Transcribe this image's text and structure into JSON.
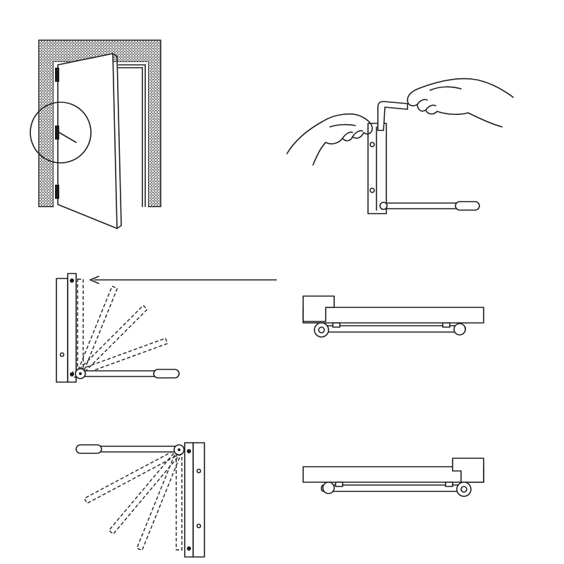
{
  "figure": {
    "panels": [
      {
        "id": "door-with-detail-circle",
        "icon": "door-icon"
      },
      {
        "id": "hands-adjusting-with-hex-key",
        "icon": "hex-key-icon"
      },
      {
        "id": "arm-swing-left-hinge-top-view",
        "icon": "closer-swing-icon"
      },
      {
        "id": "closer-side-view-right",
        "icon": "closer-body-icon"
      },
      {
        "id": "arm-swing-right-hinge-top-view",
        "icon": "closer-swing-icon"
      },
      {
        "id": "closer-side-view-left",
        "icon": "closer-body-icon"
      }
    ],
    "colors": {
      "ink": "#1a1a1a",
      "background": "#ffffff",
      "wall_hatch": "#3a3a3a"
    },
    "swing_positions_shown": 4,
    "has_direction_arrow": true
  }
}
